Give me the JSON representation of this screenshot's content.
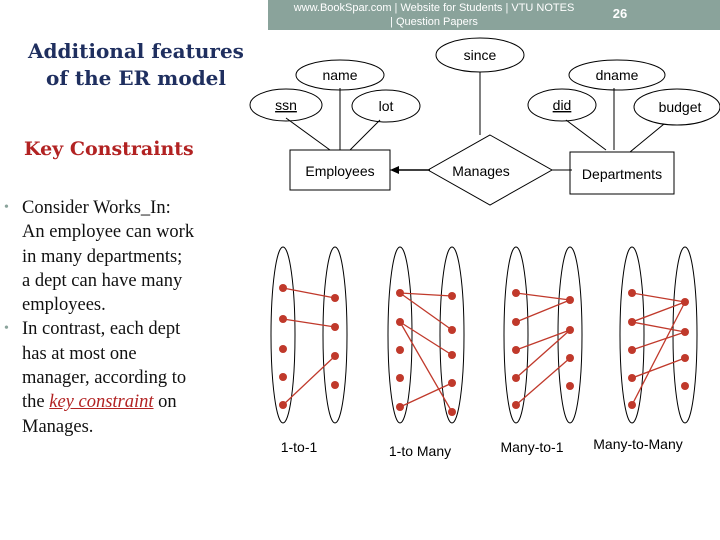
{
  "header": {
    "line1": "www.BookSpar.com | Website for Students | VTU NOTES",
    "line2": "| Question Papers",
    "page_number": "26"
  },
  "slide": {
    "title_line1": "Additional features",
    "title_line2": "of the ER model",
    "section": "Key Constraints",
    "bullet1": {
      "lines": [
        "Consider Works_In:",
        "An employee can work",
        "in many departments;",
        "a dept can have many",
        "employees."
      ]
    },
    "bullet2": {
      "lines": [
        "In contrast, each dept",
        "has at most one",
        "manager, according to"
      ],
      "line4_before": "the ",
      "line4_emph": "key constraint",
      "line4_after": " on",
      "line5": "Manages."
    }
  },
  "er_diagram": {
    "attributes": [
      "ssn",
      "name",
      "lot",
      "since",
      "did",
      "dname",
      "budget"
    ],
    "entities": [
      "Employees",
      "Departments"
    ],
    "relationship": "Manages"
  },
  "cardinality_labels": [
    "1-to-1",
    "1-to Many",
    "Many-to-1",
    "Many-to-Many"
  ],
  "colors": {
    "header_bar": "#8aa39b",
    "title": "#1f2f5f",
    "accent_red": "#b22222",
    "dot": "#c0392b"
  }
}
